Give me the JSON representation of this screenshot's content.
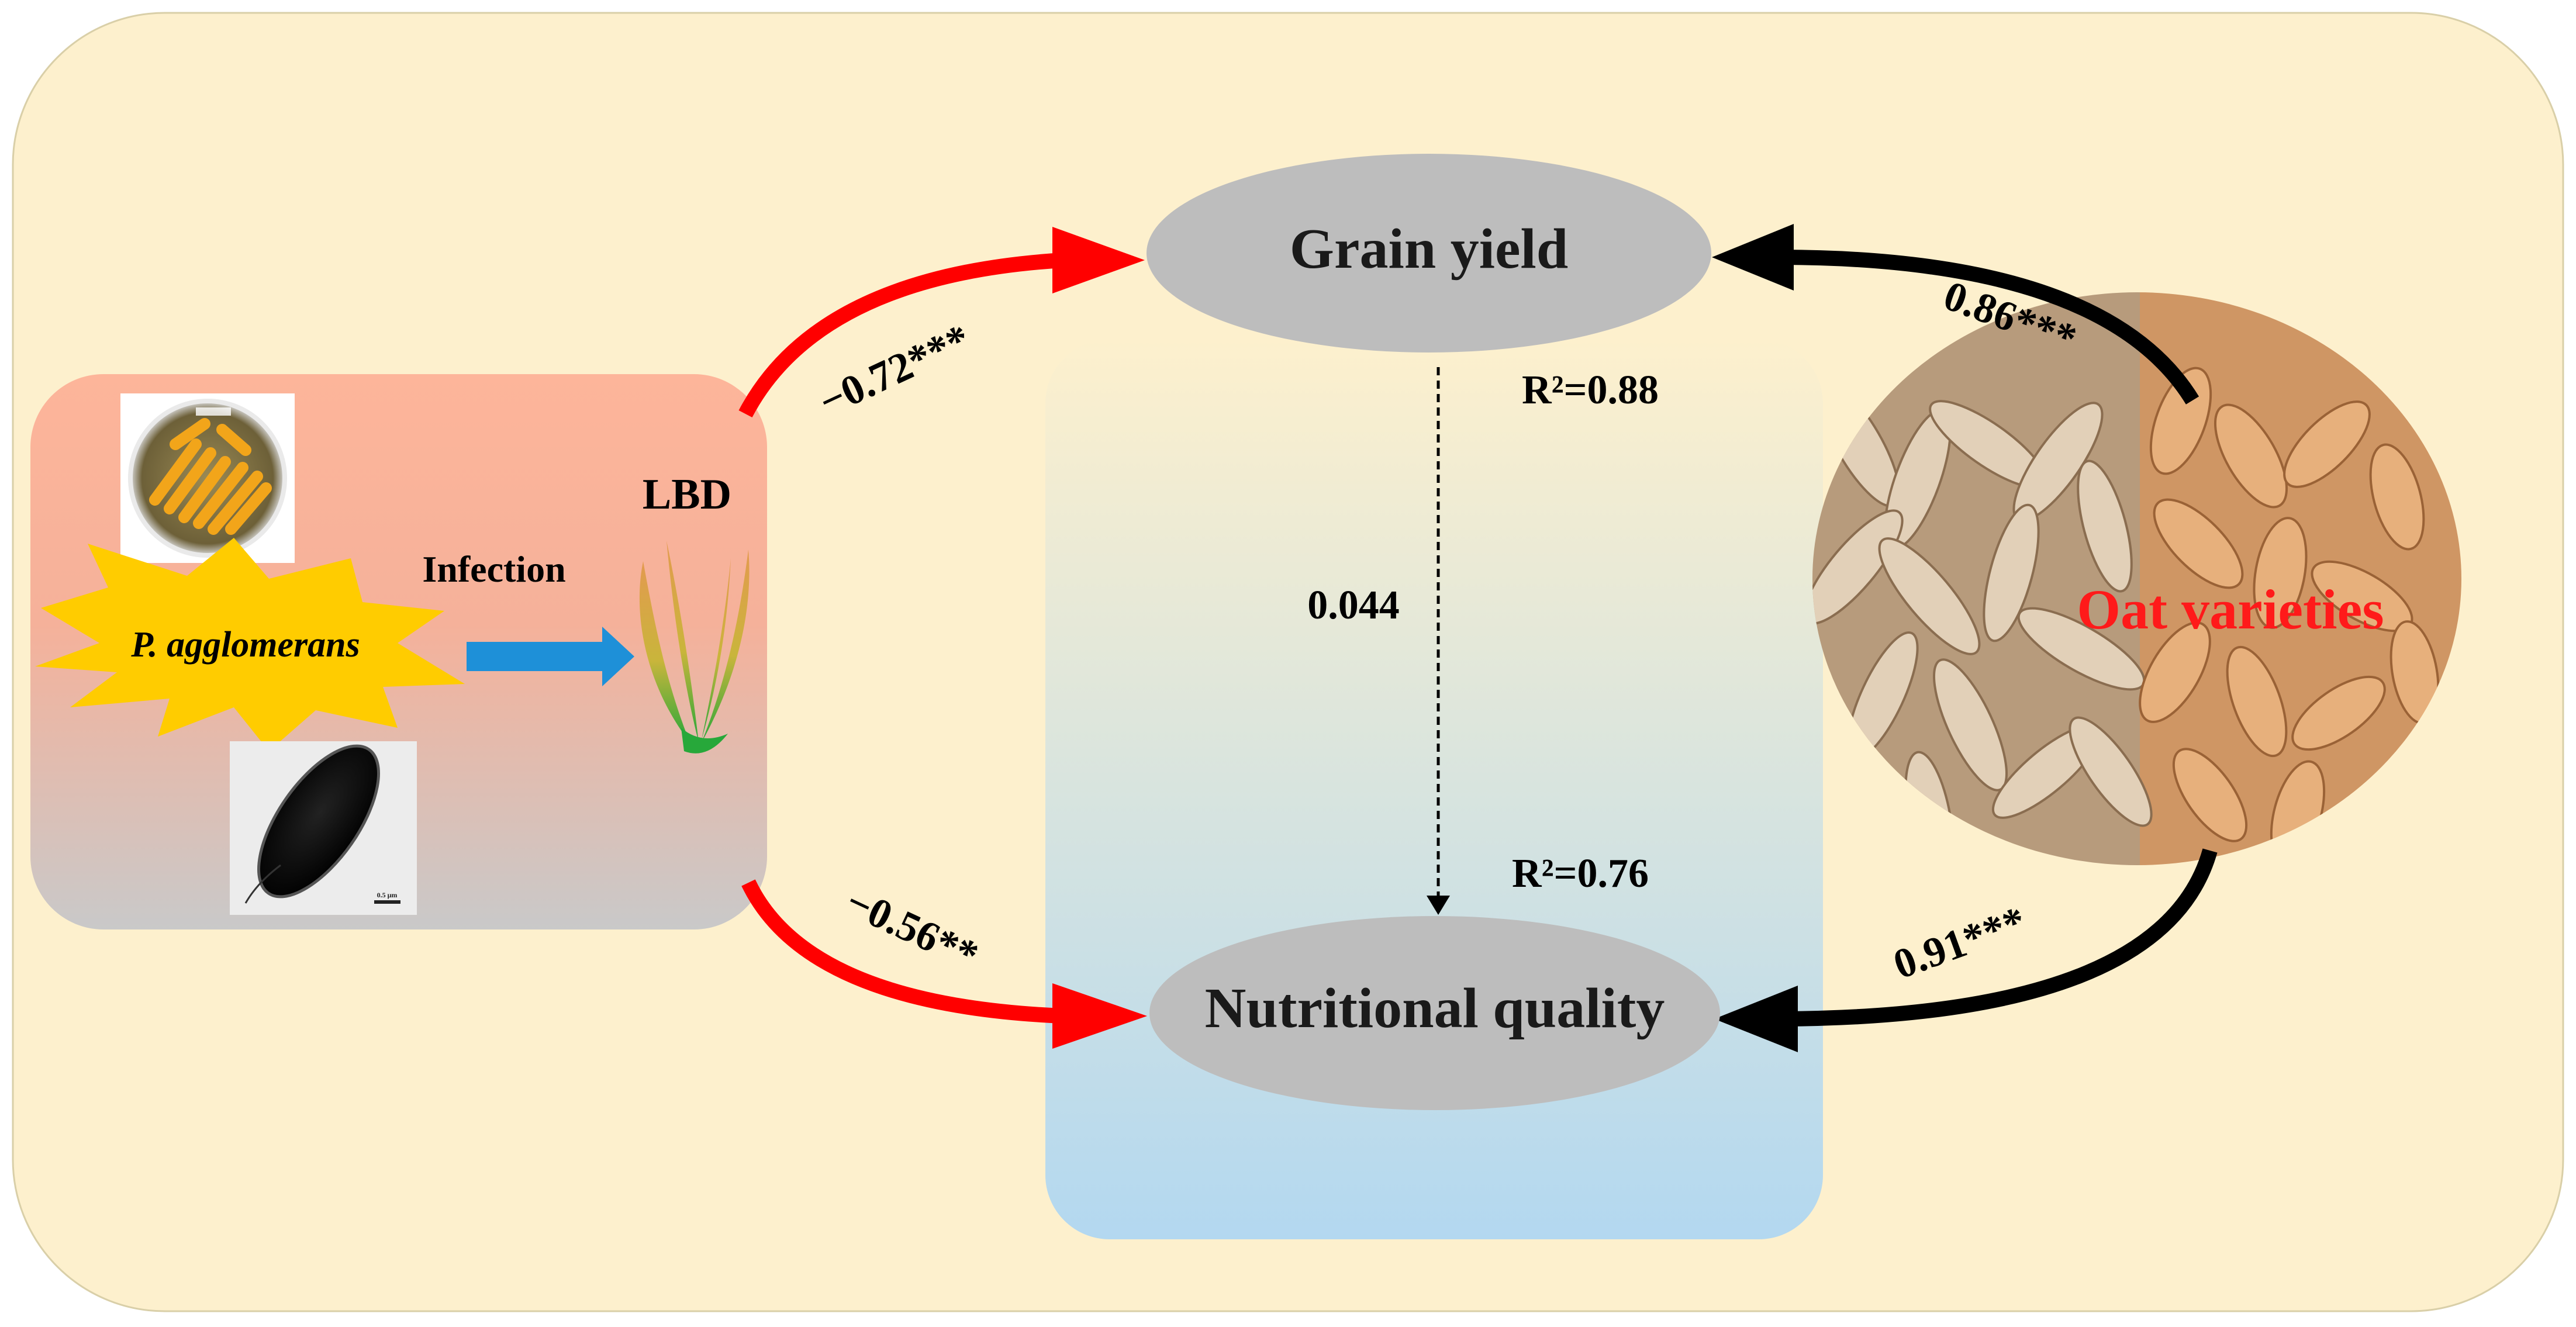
{
  "nodes": {
    "grain_yield": {
      "label": "Grain yield"
    },
    "nutritional_quality": {
      "label": "Nutritional quality"
    },
    "lbd": {
      "label": "LBD"
    },
    "oat_varieties": {
      "label": "Oat varieties"
    }
  },
  "pathogen": {
    "name": "P. agglomerans",
    "action": "Infection"
  },
  "paths": {
    "lbd_to_yield": "−0.72***",
    "lbd_to_quality": "−0.56**",
    "oat_to_yield": "0.86***",
    "oat_to_quality": "0.91***",
    "yield_to_quality": "0.044"
  },
  "r_squared": {
    "grain_yield": "R²=0.88",
    "nutritional_quality": "R²=0.76"
  },
  "colors": {
    "background": "#fdf0cd",
    "negative_path": "#ff0000",
    "positive_path": "#000000",
    "infection_arrow": "#1e90d8",
    "node_fill": "#bdbdbd",
    "oat_label": "#ff1a1a"
  },
  "scale_bar_text": "0.5 μm"
}
